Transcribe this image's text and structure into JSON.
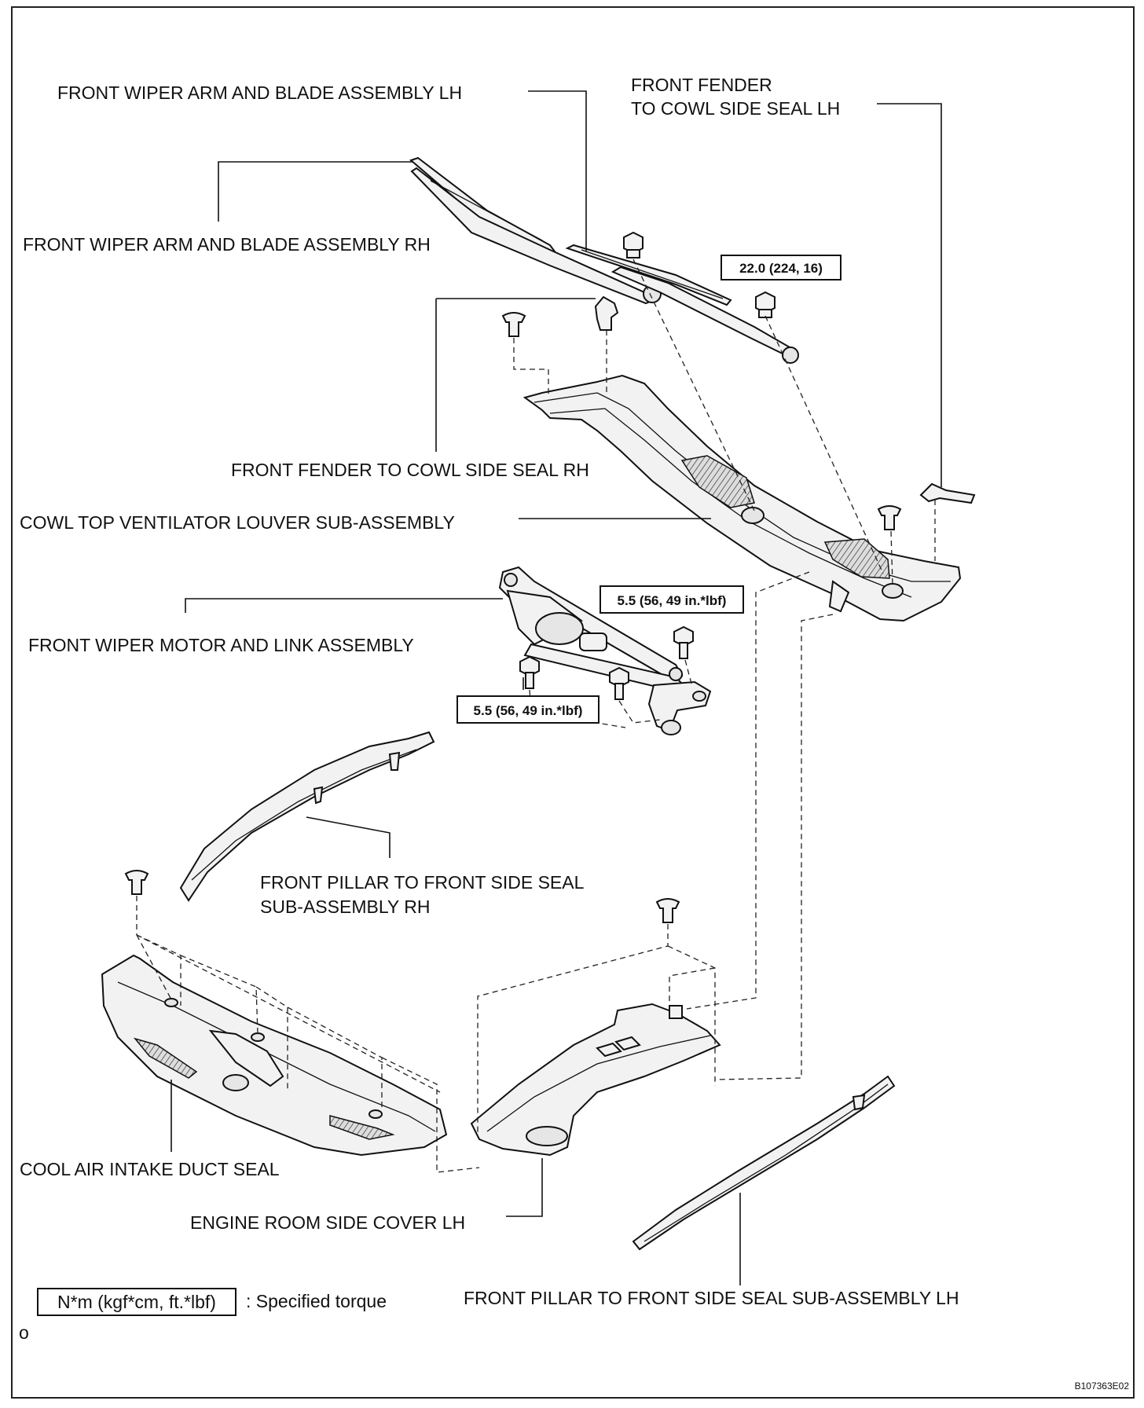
{
  "labels": {
    "wiper_lh": "FRONT WIPER ARM AND BLADE ASSEMBLY LH",
    "fender_seal_lh_1": "FRONT FENDER",
    "fender_seal_lh_2": "TO COWL SIDE SEAL LH",
    "wiper_rh": "FRONT WIPER ARM AND BLADE ASSEMBLY RH",
    "fender_seal_rh": "FRONT FENDER TO COWL SIDE SEAL RH",
    "cowl_louver": "COWL TOP VENTILATOR LOUVER SUB-ASSEMBLY",
    "wiper_motor": "FRONT WIPER MOTOR AND LINK ASSEMBLY",
    "pillar_seal_rh_1": "FRONT PILLAR TO FRONT SIDE SEAL",
    "pillar_seal_rh_2": "SUB-ASSEMBLY RH",
    "cool_air_seal": "COOL AIR INTAKE DUCT SEAL",
    "engine_cover": "ENGINE ROOM SIDE COVER LH",
    "pillar_seal_lh": "FRONT PILLAR TO FRONT SIDE SEAL SUB-ASSEMBLY LH"
  },
  "torques": {
    "wiper_nut": "22.0 (224, 16)",
    "motor_bolt_upper": "5.5 (56, 49 in.*lbf)",
    "motor_bolt_lower": "5.5 (56, 49 in.*lbf)"
  },
  "legend": {
    "box": "N*m (kgf*cm, ft.*lbf)",
    "text": ": Specified torque",
    "mark": "o"
  },
  "figure_id": "B107363E02"
}
